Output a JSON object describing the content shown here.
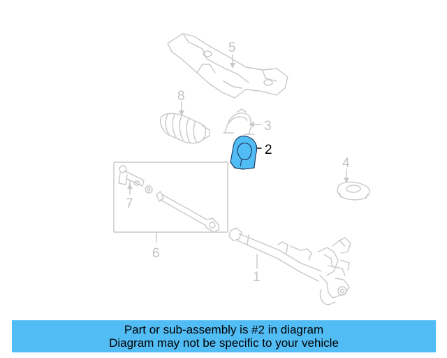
{
  "colors": {
    "highlight": "#52bdf5",
    "line": "#c8c8c8",
    "banner": "#52bdf5"
  },
  "callouts": {
    "part_1": "1",
    "part_2": "2",
    "part_3": "3",
    "part_4": "4",
    "part_5": "5",
    "part_6": "6",
    "part_7": "7",
    "part_8": "8"
  },
  "banner": {
    "line1": "Part or sub-assembly is #2 in diagram",
    "line2": "Diagram may not be specific to your vehicle"
  }
}
